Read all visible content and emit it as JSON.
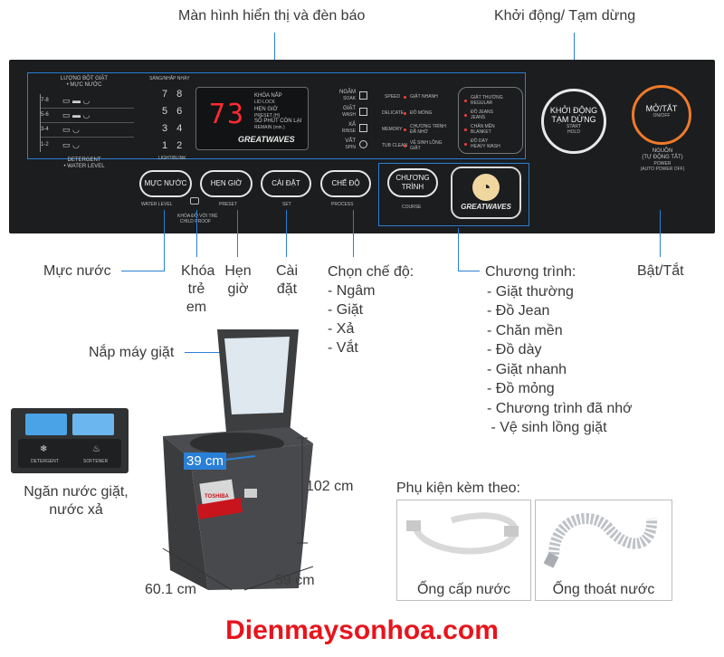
{
  "callouts": {
    "display_label": "Màn hình hiển thị và đèn báo",
    "start_pause_label": "Khởi động/ Tạm dừng",
    "water_level": "Mực nước",
    "child_lock": [
      "Khóa",
      "trẻ",
      "em"
    ],
    "timer": [
      "Hẹn",
      "giờ"
    ],
    "settings": [
      "Cài",
      "đặt"
    ],
    "mode_title": "Chọn chế độ:",
    "modes": [
      "- Ngâm",
      "- Giặt",
      "- Xả",
      "- Vắt"
    ],
    "program_title": "Chương trình:",
    "programs": [
      "- Giặt thường",
      "- Đồ Jean",
      "- Chăn mền",
      "- Đồ dày",
      "- Giặt nhanh",
      "- Đồ mỏng",
      "- Chương trình đã nhớ",
      " - Vệ sinh lồng giặt"
    ],
    "power": "Bật/Tắt",
    "lid": "Nắp máy giặt",
    "drawer": [
      "Ngăn nước giặt,",
      "nước xả"
    ],
    "dim_width_inner": "39 cm",
    "dim_height": "102 cm",
    "dim_width": "60.1 cm",
    "dim_depth": "59 cm",
    "accessories_title": "Phụ kiện kèm theo:",
    "accessory_1": "Ống cấp nước",
    "accessory_2": "Ống thoát nước",
    "brand_footer": "Dienmaysonhoa.com"
  },
  "panel": {
    "left_header": [
      "LƯỢNG BỘT GIẶT",
      "• MỰC NƯỚC"
    ],
    "level_rows": [
      "7-8",
      "5-6",
      "3-4",
      "1-2"
    ],
    "left_footer": [
      "DETERGENT",
      "• WATER LEVEL"
    ],
    "num_header": "SÁNG/NHẤP NHÁY",
    "num_rows": [
      [
        "7",
        "8"
      ],
      [
        "5",
        "6"
      ],
      [
        "3",
        "4"
      ],
      [
        "1",
        "2"
      ]
    ],
    "num_footer": "LIGHT/BLINK",
    "display_digits": "73",
    "display_texts": [
      "KHÓA NẮP",
      "LID LOCK",
      "HẸN GIỜ",
      "PRESET (H)",
      "SỐ PHÚT CÒN LẠI",
      "REMAIN (min.)"
    ],
    "display_brand": "GREATWAVES",
    "process_items": [
      [
        "NGÂM",
        "SOAK"
      ],
      [
        "GIẶT",
        "WASH"
      ],
      [
        "XẢ",
        "RINSE"
      ],
      [
        "VẮT",
        "SPIN"
      ]
    ],
    "course_left": [
      [
        "SPEED",
        "GIẶT NHANH"
      ],
      [
        "DELICATE",
        "ĐỒ MỎNG"
      ],
      [
        "MEMORY",
        "CHƯƠNG TRÌNH ĐÃ NHỚ"
      ],
      [
        "TUB CLEAN",
        "VỆ SINH LỒNG GIẶT"
      ]
    ],
    "course_right": [
      [
        "GIẶT THƯỜNG",
        "REGULAR"
      ],
      [
        "ĐỒ JEANS",
        "JEANS"
      ],
      [
        "CHĂN MỀN",
        "BLANKET"
      ],
      [
        "ĐỒ DÀY",
        "HEAVY WASH"
      ]
    ],
    "btn_water": "MỰC NƯỚC",
    "btn_water_sub": "WATER LEVEL",
    "btn_timer": "HẸN GIỜ",
    "btn_timer_sub": "PRESET",
    "child_lock_text": [
      "KHÓA ĐỒ VỚI TRẺ",
      "CHILD PROOF"
    ],
    "btn_set": "CÀI ĐẶT",
    "btn_set_sub": "SET",
    "btn_process": "CHẾ ĐỘ",
    "btn_process_sub": "PROCESS",
    "btn_course": [
      "CHƯƠNG",
      "TRÌNH"
    ],
    "btn_course_sub": "COURSE",
    "btn_start": [
      "KHỞI ĐỘNG",
      "TẠM DỪNG"
    ],
    "btn_start_sub": [
      "START",
      "HOLD"
    ],
    "btn_power": "MỞ/TẮT",
    "btn_power_sub": "ON/OFF",
    "power_text": [
      "NGUỒN",
      "(TỰ ĐỘNG TẮT)",
      "POWER",
      "(AUTO POWER OFF)"
    ],
    "greatwaves_button": "GREATWAVES"
  },
  "machine": {
    "brand": "TOSHIBA",
    "drawer_labels": [
      "DETERGENT",
      "SOFTENER"
    ]
  },
  "colors": {
    "accent_line": "#2a7fd6",
    "brand_red": "#e8141c",
    "panel_bg": "#1b1d1f",
    "display_red": "#ff2a33",
    "power_orange": "#f07a2a"
  }
}
